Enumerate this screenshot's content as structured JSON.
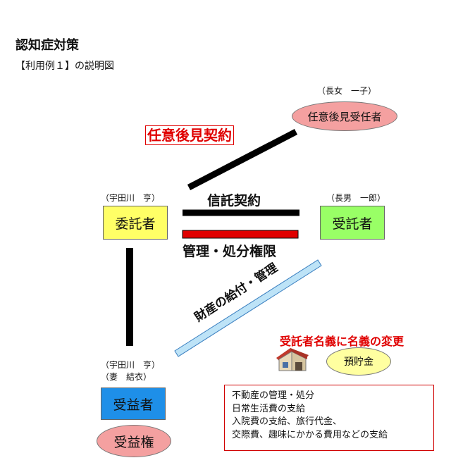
{
  "header": {
    "title": "認知症対策",
    "subtitle": "【利用例１】の説明図"
  },
  "parties": {
    "guardian": {
      "note": "（長女　一子）",
      "label": "任意後見受任者"
    },
    "settlor": {
      "note": "（宇田川　亨）",
      "label": "委託者"
    },
    "trustee": {
      "note": "（長男　一郎）",
      "label": "受託者"
    },
    "beneficiary": {
      "note": "（宇田川　亨）\n（妻　結衣）",
      "label": "受益者"
    }
  },
  "relations": {
    "guardianship_contract": "任意後見契約",
    "trust_contract": "信託契約",
    "management_rights": "管理・処分権限",
    "asset_flow": "財産の給付・管理",
    "beneficial_right": "受益権"
  },
  "assets": {
    "name_change": "受託者名義に名義の変更",
    "deposit": "預貯金",
    "house_icon": "house-icon"
  },
  "details": [
    "不動産の管理・処分",
    "日常生活費の支給",
    "入院費の支給、旅行代金、",
    "交際費、趣味にかかる費用などの支給"
  ],
  "colors": {
    "settlor_box": "#ffff66",
    "trustee_box": "#99ff66",
    "beneficiary_box": "#1e8fe8",
    "ellipse_fill": "#f4a0a0",
    "deposit_fill": "#ffffa0",
    "emphasis_red": "#e00000",
    "flow_band": "#bde3f7"
  }
}
